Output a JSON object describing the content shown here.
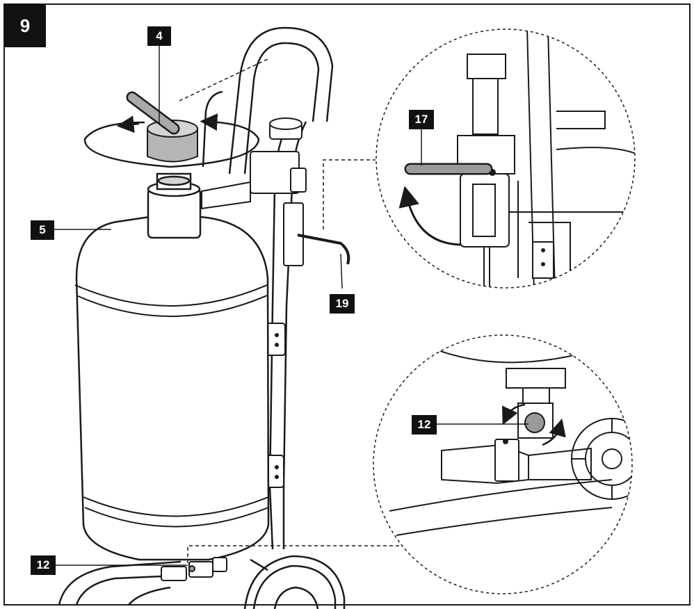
{
  "figure": {
    "number": "9",
    "callouts": {
      "c4": "4",
      "c5": "5",
      "c19": "19",
      "c17": "17",
      "c12_detail": "12",
      "c12_bottom": "12"
    }
  },
  "colors": {
    "line": "#1a1a1a",
    "label_bg": "#111111",
    "label_text": "#ffffff",
    "part_gray": "#9a9a9a",
    "light_gray": "#d4d4d4"
  },
  "icons": [
    "rotation-arrow-icon",
    "curved-arrow-icon"
  ]
}
